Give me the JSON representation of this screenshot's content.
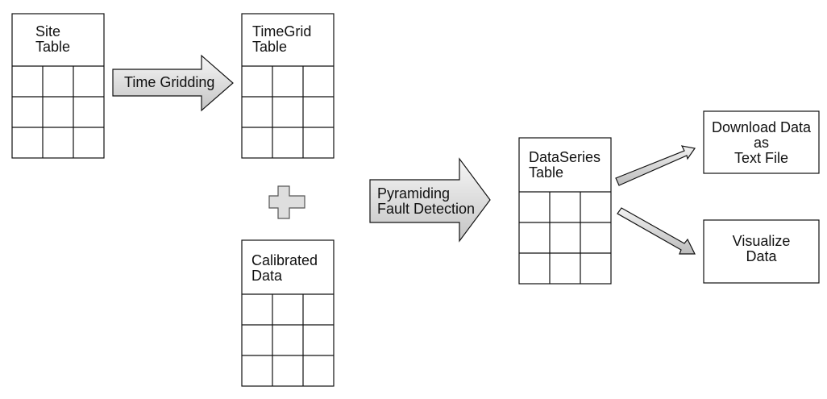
{
  "tables": {
    "site": {
      "title_line1": "Site",
      "title_line2": "Table"
    },
    "timegrid": {
      "title_line1": "TimeGrid",
      "title_line2": "Table"
    },
    "calibrated": {
      "title_line1": "Calibrated",
      "title_line2": "Data"
    },
    "dataseries": {
      "title_line1": "DataSeries",
      "title_line2": "Table"
    }
  },
  "arrows": {
    "time_gridding": {
      "label": "Time Gridding"
    },
    "pyramiding": {
      "label_line1": "Pyramiding",
      "label_line2": "Fault Detection"
    }
  },
  "outputs": {
    "download": {
      "line1": "Download Data",
      "line2": "as",
      "line3": "Text File"
    },
    "visualize": {
      "line1": "Visualize",
      "line2": "Data"
    }
  },
  "colors": {
    "stroke": "#111111",
    "arrow_fill_light": "#f4f4f4",
    "arrow_fill_dark": "#bdbdbd",
    "plus_fill": "#dcdcdc"
  }
}
